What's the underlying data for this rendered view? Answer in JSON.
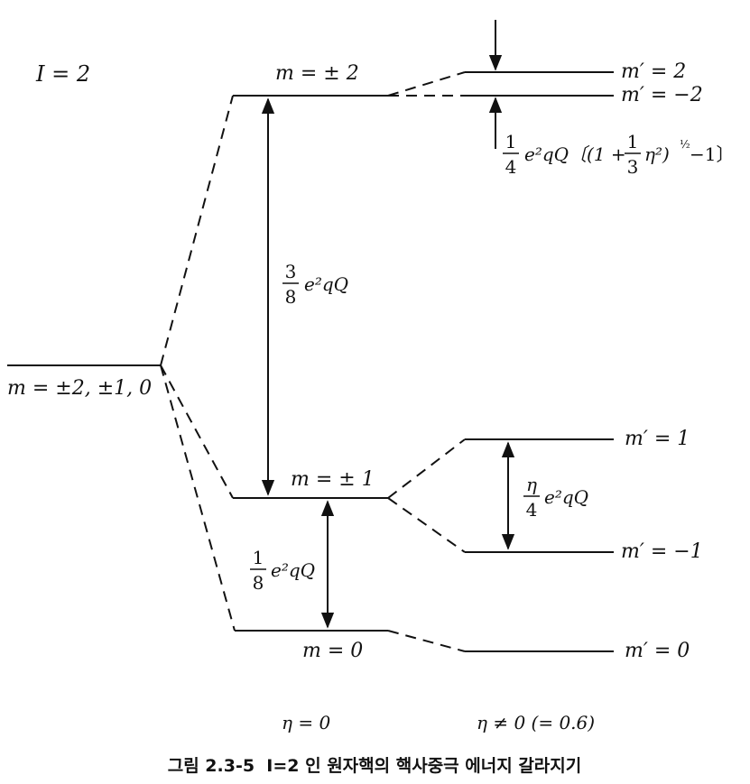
{
  "spin_label": "I = 2",
  "levels": {
    "degenerate": "m = ±2, ±1, 0",
    "m_pm2": "m = ± 2",
    "m_pm1": "m = ± 1",
    "m_0": "m = 0",
    "mp_2": "m′ = 2",
    "mp_m2": "m′ = −2",
    "mp_1": "m′ = 1",
    "mp_m1": "m′ = −1",
    "mp_0": "m′ = 0"
  },
  "gaps": {
    "upper": {
      "coef_num": "3",
      "coef_den": "8",
      "rest": "e²qQ"
    },
    "lower": {
      "coef_num": "1",
      "coef_den": "8",
      "rest": "e²qQ"
    },
    "eta": {
      "coef_num": "η",
      "coef_den": "4",
      "rest": "e²qQ"
    },
    "shift": {
      "coef_num": "1",
      "coef_den": "4",
      "part1": "e²qQ〔(1 +",
      "inner_num": "1",
      "inner_den": "3",
      "part2": "η²)",
      "exp": "½",
      "part3": "−1〕"
    }
  },
  "conditions": {
    "left": "η = 0",
    "right": "η ≠ 0 (= 0.6)"
  },
  "caption": "그림 2.3-5  I=2 인 원자핵의 핵사중극 에너지 갈라지기"
}
